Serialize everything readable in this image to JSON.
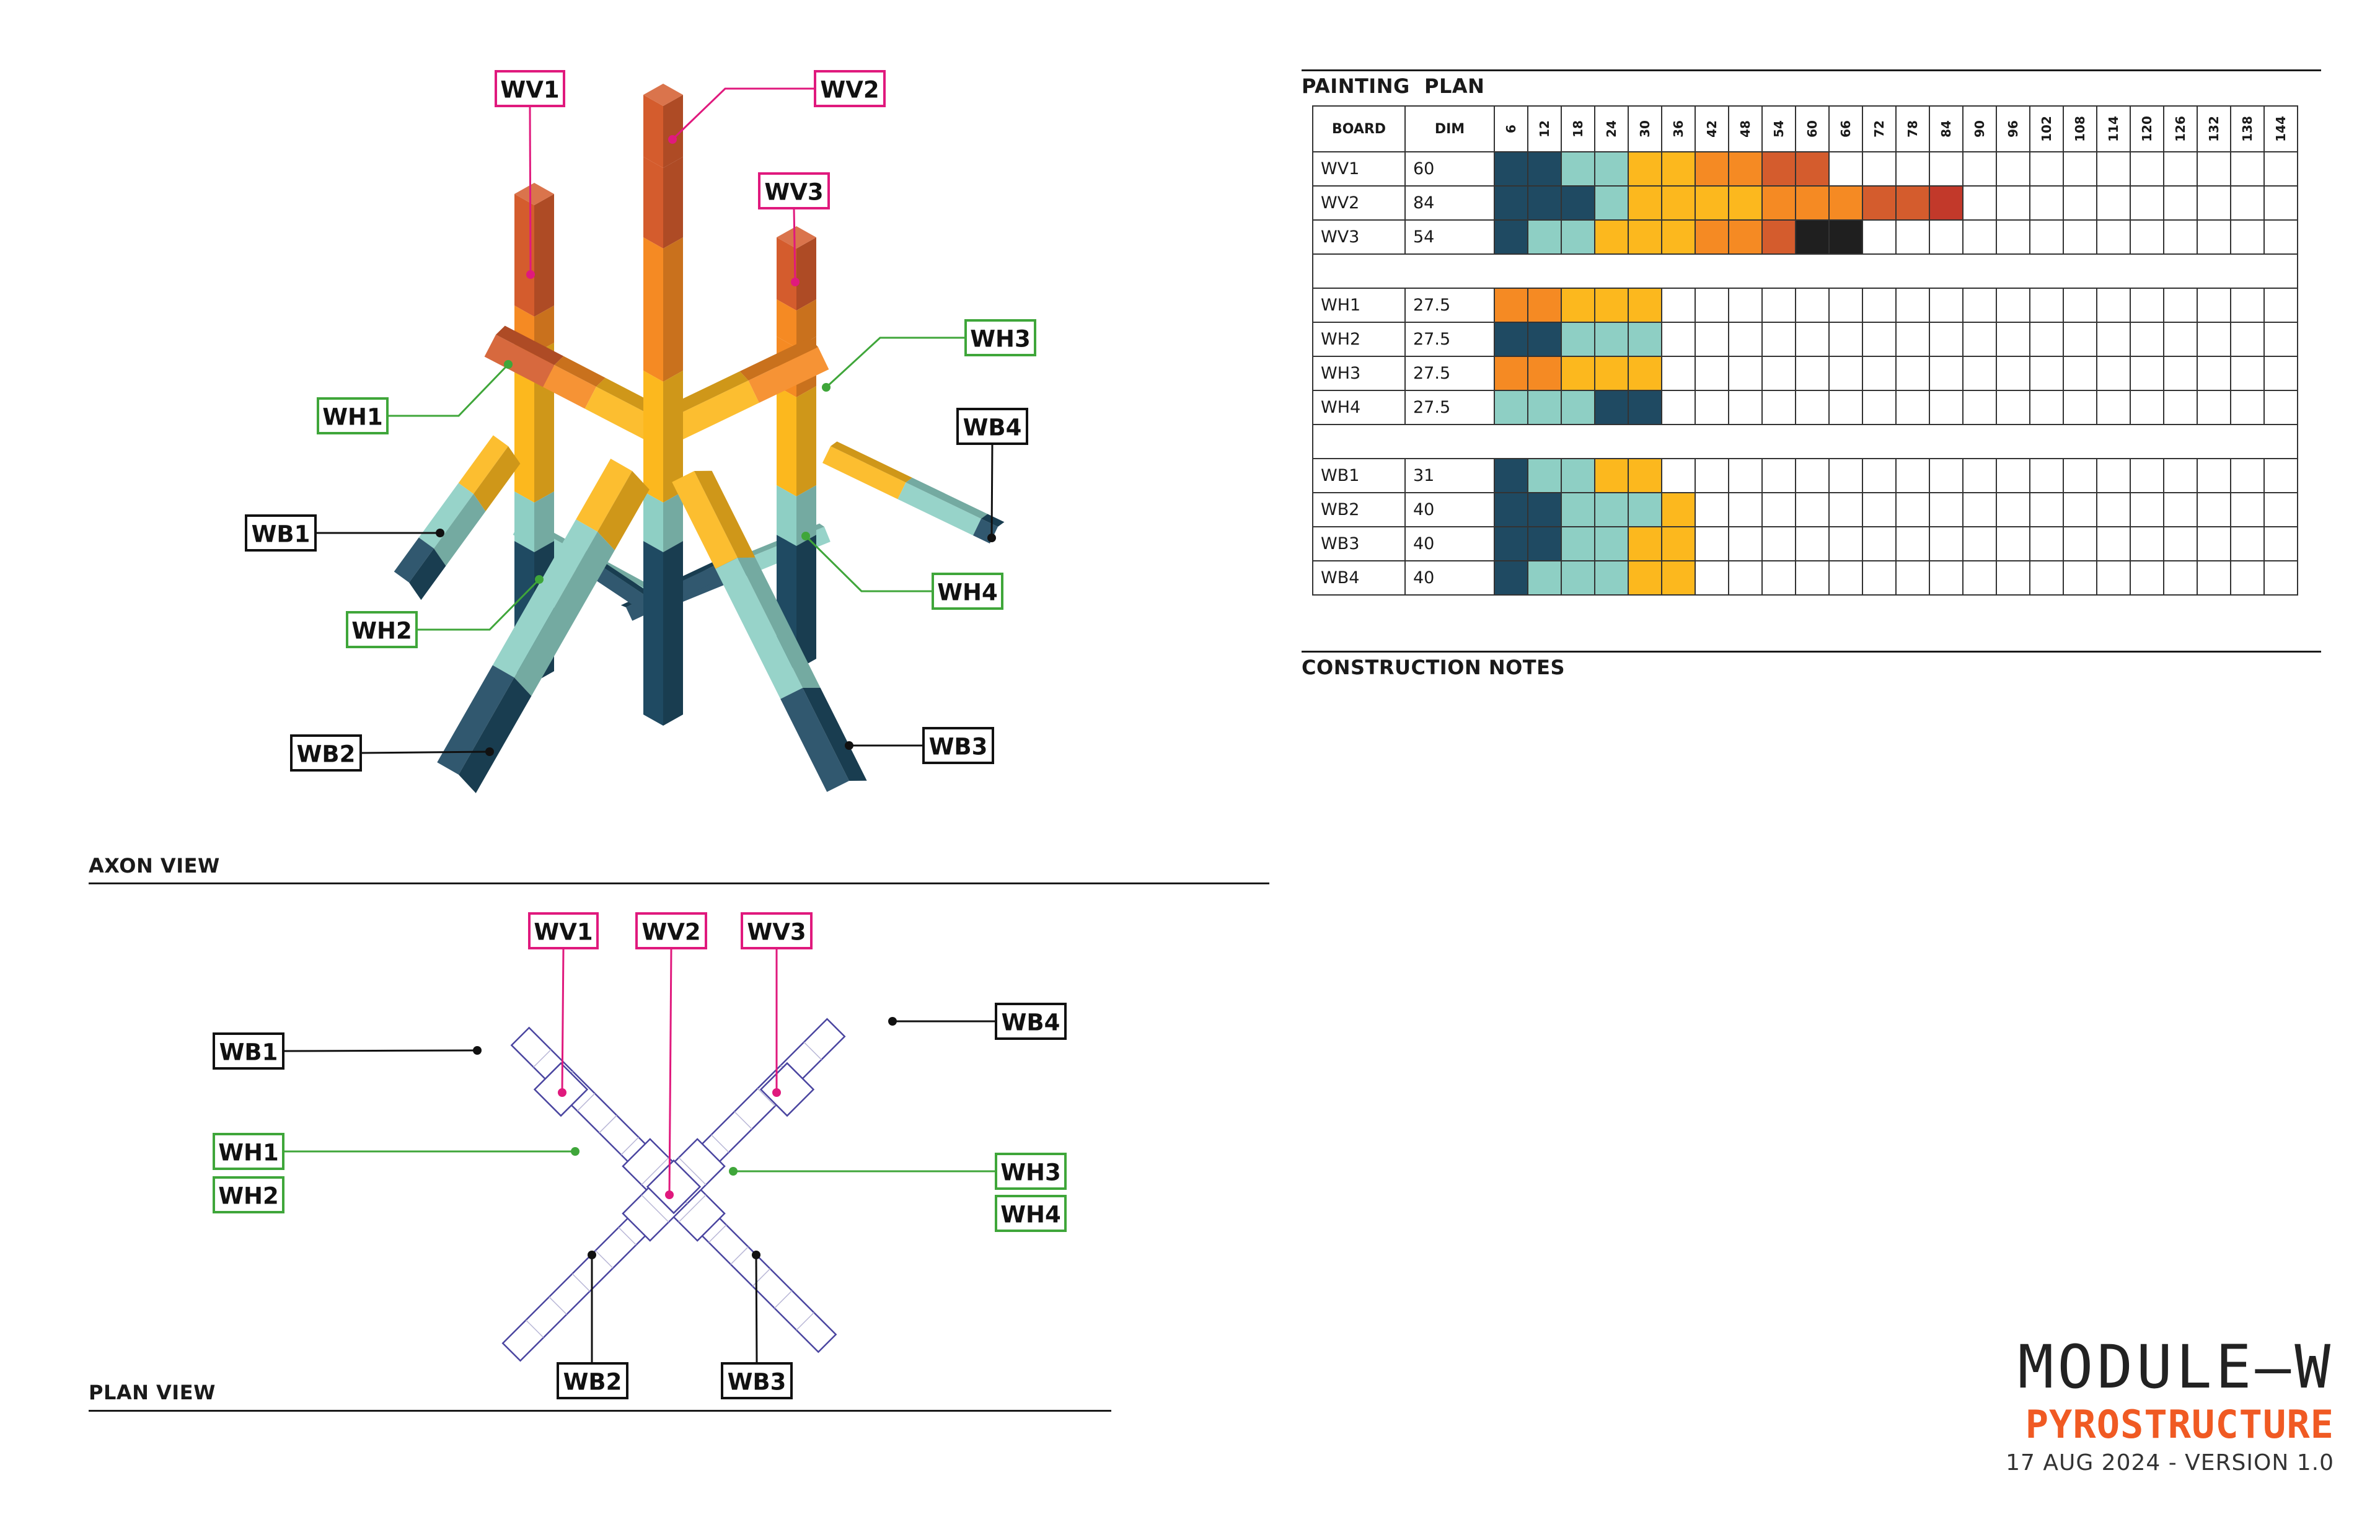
{
  "colors": {
    "dark_blue": "#1f4a62",
    "teal": "#8ecfc4",
    "yellow": "#fcb81e",
    "orange": "#f58a23",
    "dark_orange": "#d45c2d",
    "red": "#c2392a",
    "black": "#1f1f1f",
    "vertical_label": "#e0197d",
    "horizontal_label": "#3fa63a",
    "bracing_label": "#111111",
    "plan_outline": "#4a45a0",
    "title_orange": "#f05a23"
  },
  "axon": {
    "section_title": "AXON VIEW",
    "labels": {
      "wv1": "WV1",
      "wv2": "WV2",
      "wv3": "WV3",
      "wh1": "WH1",
      "wh2": "WH2",
      "wh3": "WH3",
      "wh4": "WH4",
      "wb1": "WB1",
      "wb2": "WB2",
      "wb3": "WB3",
      "wb4": "WB4"
    }
  },
  "plan": {
    "section_title": "PLAN VIEW",
    "labels": {
      "wv1": "WV1",
      "wv2": "WV2",
      "wv3": "WV3",
      "wh1": "WH1",
      "wh2": "WH2",
      "wh3": "WH3",
      "wh4": "WH4",
      "wb1": "WB1",
      "wb2": "WB2",
      "wb3": "WB3",
      "wb4": "WB4"
    }
  },
  "painting_plan": {
    "title": "PAINTING  PLAN",
    "header_board": "BOARD",
    "header_dim": "DIM",
    "ticks": [
      "6",
      "12",
      "18",
      "24",
      "30",
      "36",
      "42",
      "48",
      "54",
      "60",
      "66",
      "72",
      "78",
      "84",
      "90",
      "96",
      "102",
      "108",
      "114",
      "120",
      "126",
      "132",
      "138",
      "144"
    ],
    "groups": [
      [
        {
          "board": "WV1",
          "dim": "60",
          "cells": [
            "dark_blue",
            "dark_blue",
            "teal",
            "teal",
            "yellow",
            "yellow",
            "orange",
            "orange",
            "dark_orange",
            "dark_orange"
          ]
        },
        {
          "board": "WV2",
          "dim": "84",
          "cells": [
            "dark_blue",
            "dark_blue",
            "dark_blue",
            "teal",
            "yellow",
            "yellow",
            "yellow",
            "yellow",
            "orange",
            "orange",
            "orange",
            "dark_orange",
            "dark_orange",
            "red"
          ]
        },
        {
          "board": "WV3",
          "dim": "54",
          "cells": [
            "dark_blue",
            "teal",
            "teal",
            "yellow",
            "yellow",
            "yellow",
            "orange",
            "orange",
            "dark_orange",
            "black",
            "black"
          ]
        }
      ],
      [
        {
          "board": "WH1",
          "dim": "27.5",
          "cells": [
            "orange",
            "orange",
            "yellow",
            "yellow",
            "yellow"
          ]
        },
        {
          "board": "WH2",
          "dim": "27.5",
          "cells": [
            "dark_blue",
            "dark_blue",
            "teal",
            "teal",
            "teal"
          ]
        },
        {
          "board": "WH3",
          "dim": "27.5",
          "cells": [
            "orange",
            "orange",
            "yellow",
            "yellow",
            "yellow"
          ]
        },
        {
          "board": "WH4",
          "dim": "27.5",
          "cells": [
            "teal",
            "teal",
            "teal",
            "dark_blue",
            "dark_blue"
          ]
        }
      ],
      [
        {
          "board": "WB1",
          "dim": "31",
          "cells": [
            "dark_blue",
            "teal",
            "teal",
            "yellow",
            "yellow"
          ]
        },
        {
          "board": "WB2",
          "dim": "40",
          "cells": [
            "dark_blue",
            "dark_blue",
            "teal",
            "teal",
            "teal",
            "yellow"
          ]
        },
        {
          "board": "WB3",
          "dim": "40",
          "cells": [
            "dark_blue",
            "dark_blue",
            "teal",
            "teal",
            "yellow",
            "yellow"
          ]
        },
        {
          "board": "WB4",
          "dim": "40",
          "cells": [
            "dark_blue",
            "teal",
            "teal",
            "teal",
            "yellow",
            "yellow"
          ]
        }
      ]
    ]
  },
  "construction_notes": {
    "title": "CONSTRUCTION NOTES"
  },
  "title_block": {
    "module": "MODULE–W",
    "project": "PYROSTRUCTURE",
    "date_version": "17 AUG 2024 - VERSION 1.0"
  }
}
